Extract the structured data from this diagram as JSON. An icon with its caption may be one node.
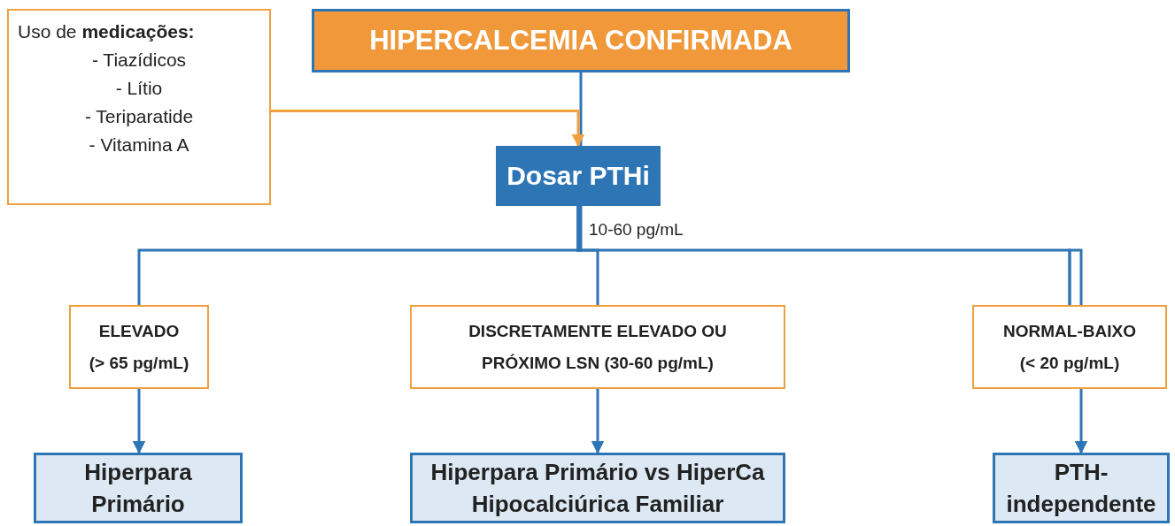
{
  "diagram": {
    "nodes": [
      {
        "text": [
          "Uso de **medicações:**",
          "- Tiazídicos",
          "- Lítio",
          "- Teriparatide",
          "- Vitamina A"
        ]
      },
      {
        "text": [
          "HIPERCALCEMIA CONFIRMADA"
        ]
      },
      {
        "text": [
          "Dosar PTHi"
        ],
        "beside": [
          "10-60 pg/mL"
        ]
      },
      {
        "text": [
          "ELEVADO",
          "(> 65 pg/mL)"
        ]
      },
      {
        "text": [
          "DISCRETAMENTE ELEVADO OU",
          "PRÓXIMO LSN (30-60 pg/mL)"
        ]
      },
      {
        "text": [
          "NORMAL-BAIXO",
          "(< 20 pg/mL)"
        ]
      },
      {
        "text": [
          "Hiperpara Primário"
        ]
      },
      {
        "text": [
          "Hiperpara Primário vs HiperCa Hipocalciúrica Familiar"
        ]
      },
      {
        "text": [
          "PTH-independente"
        ]
      }
    ],
    "edges": [
      {
        "from": 1,
        "to": 2,
        "arrow": "to"
      },
      {
        "from": 0,
        "to": 2,
        "arrow": "to",
        "color": "#f0a040"
      },
      {
        "from": 2,
        "to": 3,
        "arrow": "none"
      },
      {
        "from": 2,
        "to": 4,
        "arrow": "none"
      },
      {
        "from": 2,
        "to": 5,
        "arrow": "none"
      },
      {
        "from": 3,
        "to": 6,
        "arrow": "to"
      },
      {
        "from": 4,
        "to": 7,
        "arrow": "to"
      },
      {
        "from": 5,
        "to": 8,
        "arrow": "to"
      }
    ]
  }
}
